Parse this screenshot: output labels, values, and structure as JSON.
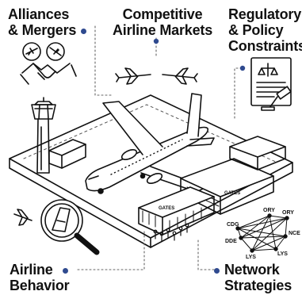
{
  "labels": {
    "alliances": [
      "Alliances",
      "& Mergers"
    ],
    "competitive": [
      "Competitive",
      "Airline Markets"
    ],
    "regulatory": [
      "Regulatory",
      "& Policy",
      "Constraints"
    ],
    "behavior": [
      "Airline",
      "Behavior"
    ],
    "network": [
      "Network",
      "Strategies"
    ]
  },
  "terminal": {
    "gate_sign_left": "GATES",
    "gate_sign_right": "GATES"
  },
  "network_graph": {
    "airports": [
      "CDG",
      "ORY",
      "ORY",
      "DDE",
      "NCE",
      "LYS",
      "LYS"
    ]
  },
  "colors": {
    "ink": "#111111",
    "accent_dot": "#2f4a8f",
    "dotted_line": "#666666"
  }
}
